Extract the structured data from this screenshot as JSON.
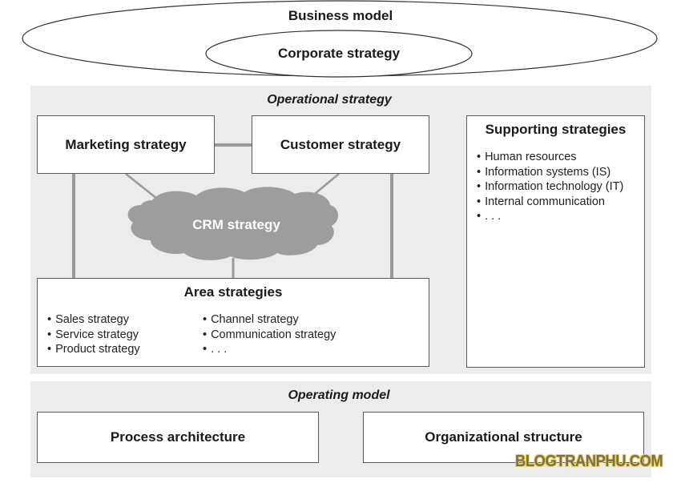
{
  "business_model": {
    "label": "Business model",
    "corporate_strategy": "Corporate strategy"
  },
  "operational_strategy": {
    "label": "Operational strategy",
    "marketing_strategy": "Marketing strategy",
    "customer_strategy": "Customer strategy",
    "crm_strategy": "CRM strategy",
    "area_strategies": {
      "title": "Area strategies",
      "column1": [
        "Sales strategy",
        "Service strategy",
        "Product strategy"
      ],
      "column2": [
        "Channel strategy",
        "Communication strategy",
        ". . ."
      ]
    },
    "supporting_strategies": {
      "title": "Supporting strategies",
      "items": [
        "Human resources",
        "Information systems (IS)",
        "Information technology (IT)",
        "Internal communication",
        ". . ."
      ]
    }
  },
  "operating_model": {
    "label": "Operating model",
    "process_architecture": "Process architecture",
    "organizational_structure": "Organizational structure"
  },
  "watermark": "BLOGTRANPHU.COM",
  "colors": {
    "panel_bg": "#ececed",
    "connector": "#9a9a9a",
    "cloud": "#9d9d9d",
    "box_border": "#5a5a5a"
  }
}
